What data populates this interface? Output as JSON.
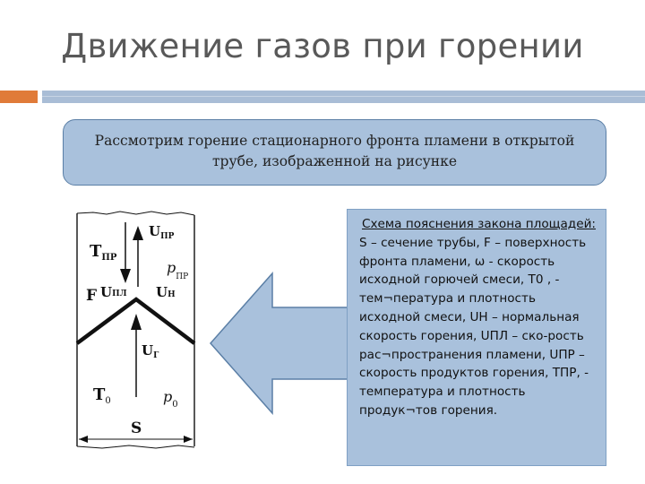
{
  "slide": {
    "title": "Движение газов при горении",
    "intro_text": "Рассмотрим горение стационарного фронта пламени в открытой трубе, изображенной на рисунке",
    "explain_heading": "Схема пояснения закона площадей:",
    "explain_text": "S – сечение трубы, F – поверхность фронта пламени, ω - скорость исходной горючей смеси, T0 ,  - тем¬пература и плотность исходной смеси, UН – нормальная скорость горения, UПЛ – ско-рость рас¬пространения пламени, UПР – скорость продуктов горения, TПР,  - температура и плотность продук¬тов горения."
  },
  "figure": {
    "labels": {
      "t_pr": "T",
      "t_pr_sub": "ПР",
      "u_pr": "U",
      "u_pr_sub": "ПР",
      "rho_pr": "p",
      "rho_pr_sub": "ПР",
      "f": "F",
      "u_pl": "U",
      "u_pl_sub": "ПЛ",
      "u_n": "U",
      "u_n_sub": "Н",
      "u_g": "U",
      "u_g_sub": "Г",
      "t0": "T",
      "t0_sub": "0",
      "rho0": "p",
      "rho0_sub": "0",
      "s": "S"
    }
  },
  "colors": {
    "accent": "#e07b39",
    "rule": "#a9bdd6",
    "box_fill": "#a9c1dc",
    "arrow_fill": "#a9c1dc",
    "title_text": "#595959"
  }
}
